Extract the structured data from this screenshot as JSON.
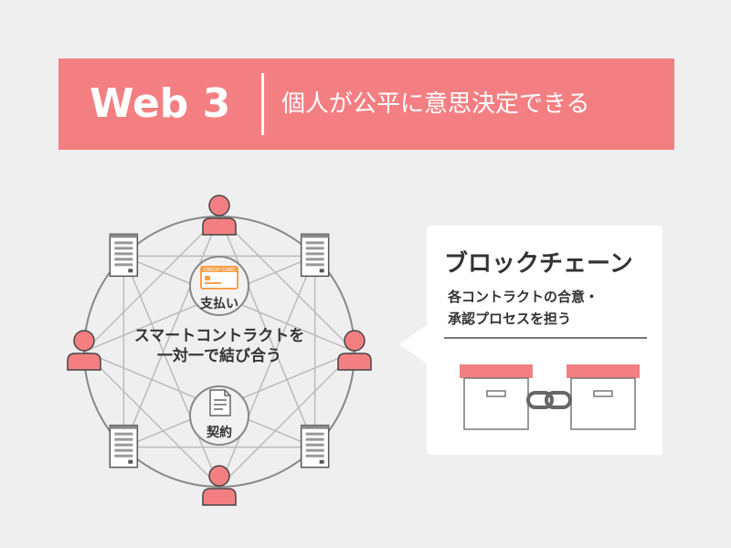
{
  "header": {
    "title": "Web 3",
    "subtitle": "個人が公平に意思決定できる"
  },
  "network": {
    "center_line1": "スマートコントラクトを",
    "center_line2": "一対一で結び合う",
    "payment_label": "支払い",
    "payment_card_text": "CREDIT CARD",
    "contract_label": "契約",
    "nodes": [
      "person-icon",
      "server-icon"
    ],
    "colors": {
      "accent": "#f47f82",
      "card": "#f7a04a",
      "line": "#bbbbbb"
    }
  },
  "blockchain": {
    "title": "ブロックチェーン",
    "desc_line1": "各コントラクトの合意・",
    "desc_line2": "承認プロセスを担う",
    "icons": [
      "block-icon",
      "chain-link-icon",
      "block-icon"
    ]
  }
}
